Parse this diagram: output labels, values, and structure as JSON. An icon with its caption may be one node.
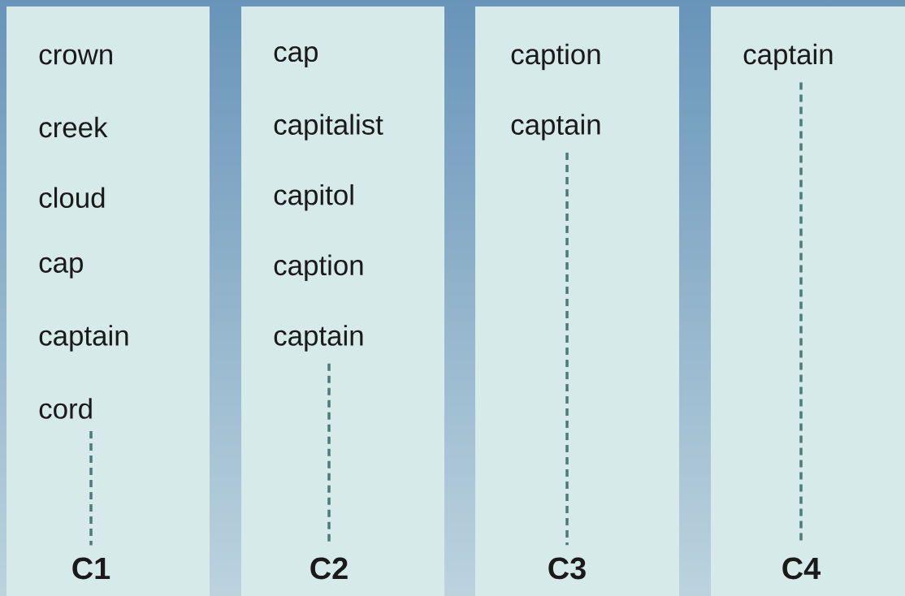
{
  "diagram": {
    "nodes": [
      {
        "text": [],
        "shape": "box"
      },
      {
        "text": [
          "crown"
        ],
        "in": 0
      },
      {
        "text": [
          "creek"
        ],
        "in": 0
      },
      {
        "text": [
          "cloud"
        ],
        "in": 0
      },
      {
        "text": [
          "cap"
        ],
        "in": 0
      },
      {
        "text": [
          "captain"
        ],
        "in": 0
      },
      {
        "text": [
          "cord"
        ],
        "in": 0
      },
      {
        "text": [
          "C1"
        ],
        "in": 0
      },
      {
        "text": [],
        "shape": "box"
      },
      {
        "text": [
          "cap"
        ],
        "in": 8
      },
      {
        "text": [
          "capitalist"
        ],
        "in": 8
      },
      {
        "text": [
          "capitol"
        ],
        "in": 8
      },
      {
        "text": [
          "caption"
        ],
        "in": 8
      },
      {
        "text": [
          "captain"
        ],
        "in": 8
      },
      {
        "text": [
          "C2"
        ],
        "in": 8
      },
      {
        "text": [],
        "shape": "box"
      },
      {
        "text": [
          "caption"
        ],
        "in": 15
      },
      {
        "text": [
          "captain"
        ],
        "in": 15
      },
      {
        "text": [
          "C3"
        ],
        "in": 15
      },
      {
        "text": [],
        "shape": "box"
      },
      {
        "text": [
          "captain"
        ],
        "in": 19
      },
      {
        "text": [
          "C4"
        ],
        "in": 19
      }
    ],
    "edges": [
      {
        "from": 6,
        "to": 7,
        "arrow": "none",
        "style": "dashed"
      },
      {
        "from": 13,
        "to": 14,
        "arrow": "none",
        "style": "dashed"
      },
      {
        "from": 17,
        "to": 18,
        "arrow": "none",
        "style": "dashed"
      },
      {
        "from": 20,
        "to": 21,
        "arrow": "none",
        "style": "dashed"
      }
    ]
  }
}
